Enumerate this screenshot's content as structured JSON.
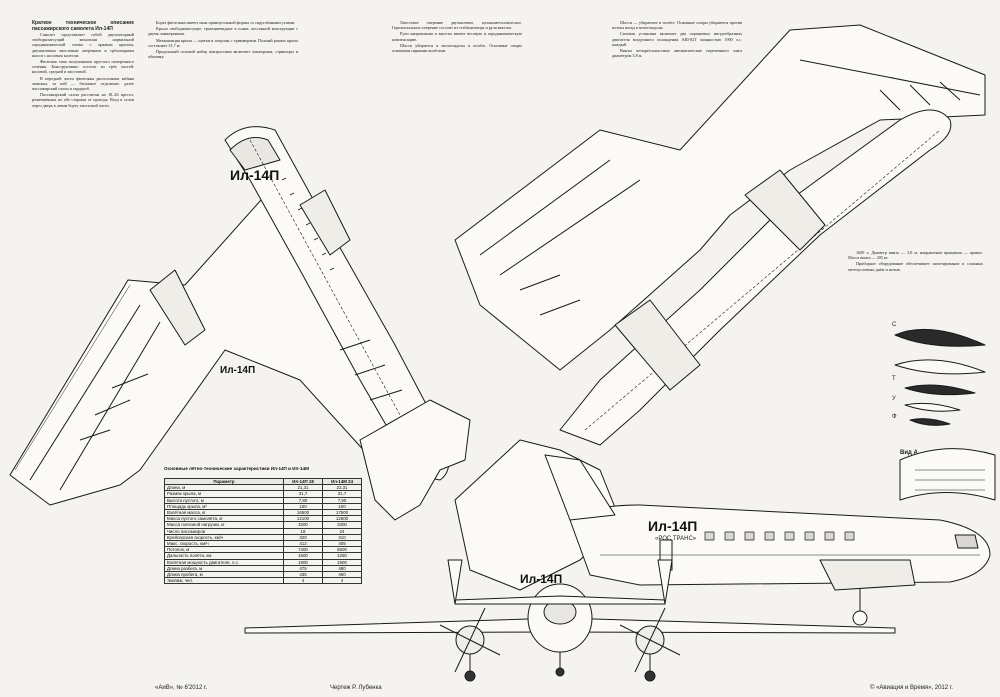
{
  "article": {
    "title": "Краткое техническое описание пассажирского самолета Ил-14П",
    "col1": [
      "Самолет представляет собой двухмоторный свободнонесущий моноплан нормальной аэродинамической схемы с прямым крылом, двухкилевым хвостовым оперением и трёхопорным шасси с носовым колесом.",
      "Фюзеляж типа полумонокок круглого поперечного сечения. Конструктивно состоит из трёх частей: носовой, средней и хвостовой.",
      "В передней части фюзеляжа расположена кабина экипажа, за ней — багажное отделение, далее пассажирский салон и гардероб.",
      "Пассажирский салон рассчитан на 18–26 кресел, размещённых по обе стороны от прохода. Вход в салон через дверь в левом борту хвостовой части."
    ],
    "col2": [
      "Борта фюзеляжа имеют окна прямоугольной формы со скруглёнными углами.",
      "Крыло свободнонесущее, трапециевидное в плане, кессонной конструкции с двумя лонжеронами.",
      "Механизация крыла — щитки и элероны с триммерами. Полный размах крыла составляет 31,7 м.",
      "Продольный силовой набор центроплана включает лонжероны, стрингеры и обшивку."
    ],
    "col3": [
      "Хвостовое оперение двухкилевое, цельнометаллическое. Горизонтальное оперение состоит из стабилизатора и руля высоты.",
      "Рули направления и высоты имеют весовую и аэродинамическую компенсацию.",
      "Шасси убирается в мотогондолы в полёте. Основные опоры оснащены парными колёсами."
    ],
    "col4": [
      "Шасси — убираемое в полёте. Основные опоры убираются против потока назад в мотогондолы.",
      "Силовая установка включает два поршневых звездообразных двигателя воздушного охлаждения АШ-82Т мощностью 1900 л.с. каждый.",
      "Винты четырёхлопастные автоматические переменного шага диаметром 3,8 м."
    ],
    "col5": [
      "1600 л. Диаметр винта — 3,8 м, направление вращения — правое. Масса винта — 205 кг.",
      "Приборное оборудование обеспечивает пилотирование в сложных метеоусловиях днём и ночью."
    ]
  },
  "labels": {
    "top_view": "Ил-14П",
    "bottom_view": "Ил-14П",
    "side_view": "Ил-14П",
    "side_reg": "«РОС ТРАНС»",
    "detail_a": "Вид А",
    "section_c": "С",
    "section_t": "Т",
    "section_u": "У",
    "section_f": "Ф"
  },
  "table": {
    "caption": "Основные лётно-технические характеристики Ил-14П и Ил-14М",
    "headers": [
      "Параметр",
      "Ил-14П 18",
      "Ил-14М 24"
    ],
    "rows": [
      [
        "Длина, м",
        "21,31",
        "22,31"
      ],
      [
        "Размах крыла, м",
        "31,7",
        "31,7"
      ],
      [
        "Высота пустого, м",
        "7,80",
        "7,80"
      ],
      [
        "Площадь крыла, м²",
        "100",
        "100"
      ],
      [
        "Взлётная масса, кг",
        "16500",
        "17500"
      ],
      [
        "Масса пустого самолёта, кг",
        "12100",
        "12600"
      ],
      [
        "Масса полезной нагрузки, кг",
        "3200",
        "3300"
      ],
      [
        "Число пассажиров",
        "18",
        "24"
      ],
      [
        "Крейсерская скорость, км/ч",
        "320",
        "310"
      ],
      [
        "Макс. скорость, км/ч",
        "412",
        "405"
      ],
      [
        "Потолок, м",
        "7400",
        "6500"
      ],
      [
        "Дальность полёта, км",
        "1500",
        "1250"
      ],
      [
        "Взлётная мощность двигателя, л.с.",
        "1900",
        "1900"
      ],
      [
        "Длина разбега, м",
        "475",
        "480"
      ],
      [
        "Длина пробега, м",
        "435",
        "460"
      ],
      [
        "Экипаж, чел.",
        "4",
        "4"
      ]
    ]
  },
  "footer": {
    "left": "«АиВ», № 6'2012 г.",
    "center": "Чертеж Р. Лубенка",
    "right": "© «Авиация и Время», 2012 г."
  }
}
